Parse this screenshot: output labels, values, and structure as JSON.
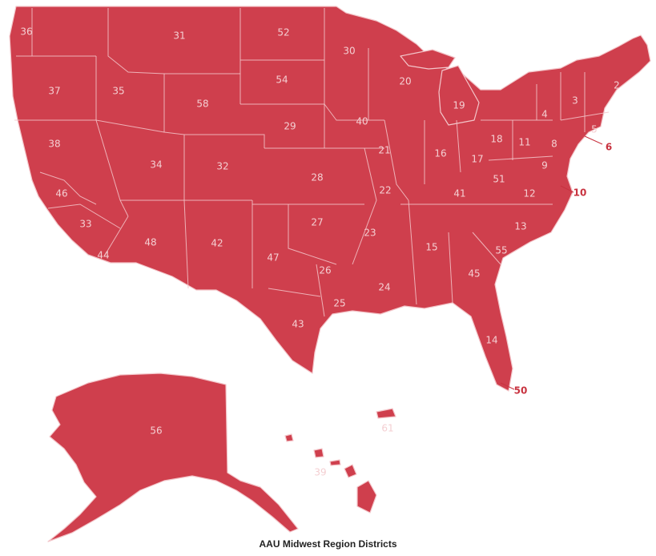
{
  "map": {
    "caption": "AAU Midwest Region Districts",
    "land_color": "#cf3f4d",
    "boundary_color": "#f3c6ca",
    "label_color": "#f4cfd2",
    "outside_label_color": "#c8323f",
    "districts": [
      {
        "id": "36",
        "label": "36",
        "region": "Washington",
        "outside": false
      },
      {
        "id": "31",
        "label": "31",
        "region": "Montana",
        "outside": false
      },
      {
        "id": "52",
        "label": "52",
        "region": "North Dakota",
        "outside": false
      },
      {
        "id": "30",
        "label": "30",
        "region": "Minnesota",
        "outside": false
      },
      {
        "id": "37",
        "label": "37",
        "region": "Oregon",
        "outside": false
      },
      {
        "id": "35",
        "label": "35",
        "region": "Idaho",
        "outside": false
      },
      {
        "id": "54",
        "label": "54",
        "region": "South Dakota",
        "outside": false
      },
      {
        "id": "20",
        "label": "20",
        "region": "Wisconsin",
        "outside": false
      },
      {
        "id": "19",
        "label": "19",
        "region": "Michigan",
        "outside": false
      },
      {
        "id": "2",
        "label": "2",
        "region": "Maine",
        "outside": false
      },
      {
        "id": "3",
        "label": "3",
        "region": "Vermont / New Hampshire",
        "outside": false
      },
      {
        "id": "4",
        "label": "4",
        "region": "New York",
        "outside": false
      },
      {
        "id": "58",
        "label": "58",
        "region": "Wyoming",
        "outside": false
      },
      {
        "id": "29",
        "label": "29",
        "region": "Nebraska",
        "outside": false
      },
      {
        "id": "40",
        "label": "40",
        "region": "Iowa",
        "outside": false
      },
      {
        "id": "38",
        "label": "38",
        "region": "Northern California",
        "outside": false
      },
      {
        "id": "34",
        "label": "34",
        "region": "Nevada",
        "outside": false
      },
      {
        "id": "32",
        "label": "32",
        "region": "Colorado / Utah",
        "outside": false
      },
      {
        "id": "28",
        "label": "28",
        "region": "Kansas",
        "outside": false
      },
      {
        "id": "21",
        "label": "21",
        "region": "Illinois",
        "outside": false
      },
      {
        "id": "16",
        "label": "16",
        "region": "Indiana",
        "outside": false
      },
      {
        "id": "18",
        "label": "18",
        "region": "Northern Ohio",
        "outside": false
      },
      {
        "id": "11",
        "label": "11",
        "region": "Pennsylvania",
        "outside": false
      },
      {
        "id": "8",
        "label": "8",
        "region": "New Jersey",
        "outside": false
      },
      {
        "id": "5",
        "label": "5",
        "region": "Connecticut / Rhode Island",
        "outside": false
      },
      {
        "id": "6",
        "label": "6",
        "region": "Long Island",
        "outside": true
      },
      {
        "id": "17",
        "label": "17",
        "region": "Ohio",
        "outside": false
      },
      {
        "id": "9",
        "label": "9",
        "region": "Maryland / Delaware",
        "outside": false
      },
      {
        "id": "46",
        "label": "46",
        "region": "Central California",
        "outside": false
      },
      {
        "id": "22",
        "label": "22",
        "region": "Missouri",
        "outside": false
      },
      {
        "id": "41",
        "label": "41",
        "region": "Kentucky",
        "outside": false
      },
      {
        "id": "51",
        "label": "51",
        "region": "West Virginia",
        "outside": false
      },
      {
        "id": "12",
        "label": "12",
        "region": "Virginia",
        "outside": false
      },
      {
        "id": "10",
        "label": "10",
        "region": "Potomac Valley",
        "outside": true
      },
      {
        "id": "33",
        "label": "33",
        "region": "Southern California",
        "outside": false
      },
      {
        "id": "48",
        "label": "48",
        "region": "Arizona",
        "outside": false
      },
      {
        "id": "42",
        "label": "42",
        "region": "New Mexico",
        "outside": false
      },
      {
        "id": "27",
        "label": "27",
        "region": "Oklahoma",
        "outside": false
      },
      {
        "id": "23",
        "label": "23",
        "region": "Arkansas",
        "outside": false
      },
      {
        "id": "13",
        "label": "13",
        "region": "North Carolina",
        "outside": false
      },
      {
        "id": "44",
        "label": "44",
        "region": "San Diego",
        "outside": false
      },
      {
        "id": "47",
        "label": "47",
        "region": "West Texas",
        "outside": false
      },
      {
        "id": "26",
        "label": "26",
        "region": "North Texas",
        "outside": false
      },
      {
        "id": "15",
        "label": "15",
        "region": "Mississippi / Alabama",
        "outside": false
      },
      {
        "id": "55",
        "label": "55",
        "region": "South Carolina",
        "outside": false
      },
      {
        "id": "45",
        "label": "45",
        "region": "Georgia",
        "outside": false
      },
      {
        "id": "24",
        "label": "24",
        "region": "Louisiana",
        "outside": false
      },
      {
        "id": "25",
        "label": "25",
        "region": "Gulf Texas",
        "outside": false
      },
      {
        "id": "43",
        "label": "43",
        "region": "South Texas",
        "outside": false
      },
      {
        "id": "14",
        "label": "14",
        "region": "Florida",
        "outside": false
      },
      {
        "id": "50",
        "label": "50",
        "region": "South Florida",
        "outside": true
      },
      {
        "id": "56",
        "label": "56",
        "region": "Alaska",
        "outside": false
      },
      {
        "id": "61",
        "label": "61",
        "region": "Puerto Rico",
        "outside": false
      },
      {
        "id": "39",
        "label": "39",
        "region": "Hawaii",
        "outside": false
      }
    ]
  }
}
